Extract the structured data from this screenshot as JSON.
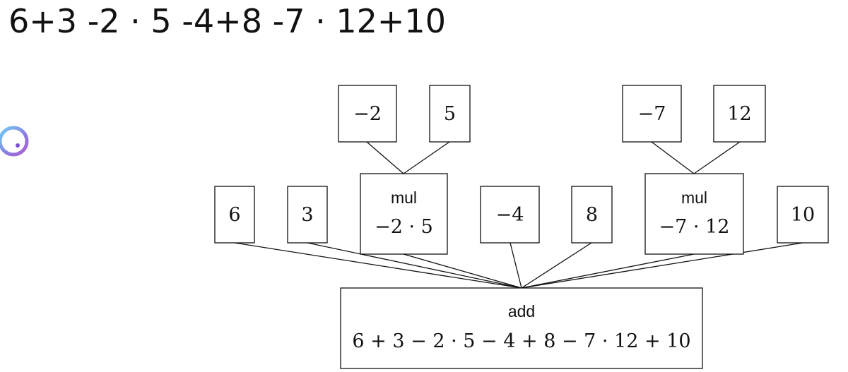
{
  "expression": "6+3 -2 · 5 -4+8 -7 · 12+10",
  "nodes": {
    "n_neg2": {
      "value": "−2"
    },
    "n_5": {
      "value": "5"
    },
    "n_neg7": {
      "value": "−7"
    },
    "n_12": {
      "value": "12"
    },
    "n_6": {
      "value": "6"
    },
    "n_3": {
      "value": "3"
    },
    "mul1": {
      "op": "mul",
      "value": "−2 · 5"
    },
    "n_neg4": {
      "value": "−4"
    },
    "n_8": {
      "value": "8"
    },
    "mul2": {
      "op": "mul",
      "value": "−7 · 12"
    },
    "n_10": {
      "value": "10"
    },
    "add": {
      "op": "add",
      "value": "6 + 3 − 2 · 5 − 4 + 8 − 7 · 12 + 10"
    }
  },
  "colors": {
    "stroke": "#111111",
    "spinner_start": "#4fc3f7",
    "spinner_end": "#9c5bd6"
  },
  "icons": {
    "spinner": "loading-spinner-icon"
  }
}
